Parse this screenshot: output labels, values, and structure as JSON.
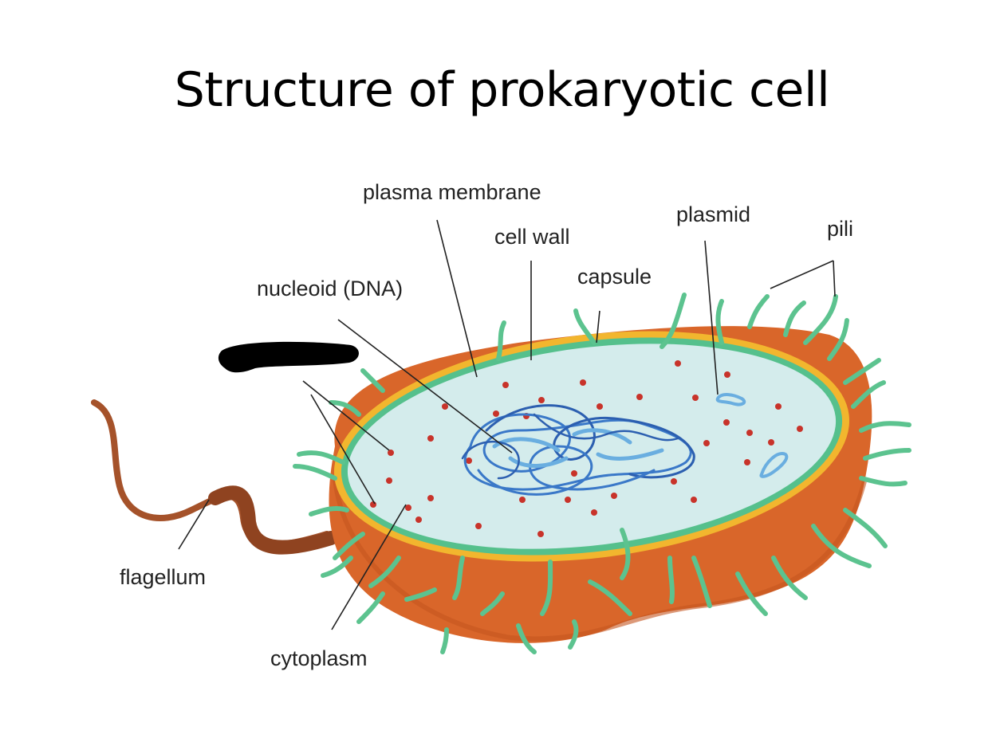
{
  "title": "Structure of prokaryotic cell",
  "labels": {
    "plasma_membrane": "plasma membrane",
    "cell_wall": "cell wall",
    "plasmid": "plasmid",
    "pili": "pili",
    "capsule": "capsule",
    "nucleoid": "nucleoid (DNA)",
    "flagellum": "flagellum",
    "cytoplasm": "cytoplasm"
  },
  "redacted_label": "",
  "colors": {
    "capsule_body": "#d9662a",
    "capsule_dark": "#c4551f",
    "cell_wall": "#f2b62e",
    "membrane": "#55c08c",
    "cytoplasm": "#d4ecec",
    "pili": "#5cc38f",
    "flagellum": "#a5522a",
    "dna": "#3a78c8",
    "ribosome": "#c8332a",
    "plasmid": "#6aaee0"
  }
}
